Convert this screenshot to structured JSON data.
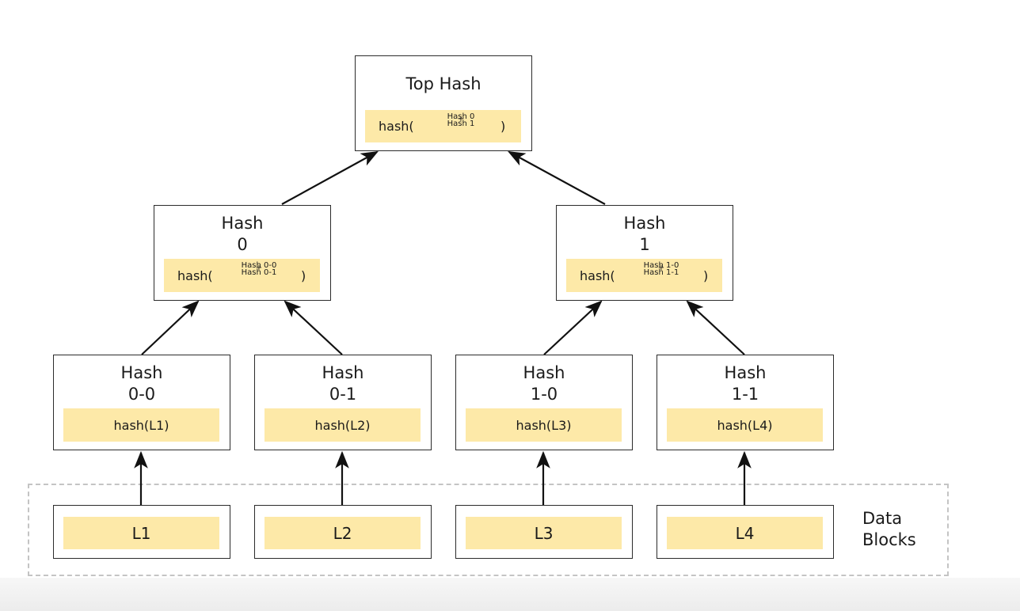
{
  "top": {
    "title": "Top Hash",
    "fn": "hash(",
    "first": "Hash 0",
    "plus": "+",
    "second": "Hash 1",
    "close": ")"
  },
  "level1": [
    {
      "title1": "Hash",
      "title2": "0",
      "fn": "hash(",
      "first": "Hash 0-0",
      "plus": "+",
      "second": "Hash 0-1",
      "close": ")"
    },
    {
      "title1": "Hash",
      "title2": "1",
      "fn": "hash(",
      "first": "Hash 1-0",
      "plus": "+",
      "second": "Hash 1-1",
      "close": ")"
    }
  ],
  "level2": [
    {
      "title1": "Hash",
      "title2": "0-0",
      "content": "hash(L1)"
    },
    {
      "title1": "Hash",
      "title2": "0-1",
      "content": "hash(L2)"
    },
    {
      "title1": "Hash",
      "title2": "1-0",
      "content": "hash(L3)"
    },
    {
      "title1": "Hash",
      "title2": "1-1",
      "content": "hash(L4)"
    }
  ],
  "leaves": [
    "L1",
    "L2",
    "L3",
    "L4"
  ],
  "data_label": {
    "line1": "Data",
    "line2": "Blocks"
  },
  "colors": {
    "pad": "#fde9a8",
    "border": "#2b2b2b",
    "dashed": "#c4c4c4",
    "arrow": "#111111"
  }
}
